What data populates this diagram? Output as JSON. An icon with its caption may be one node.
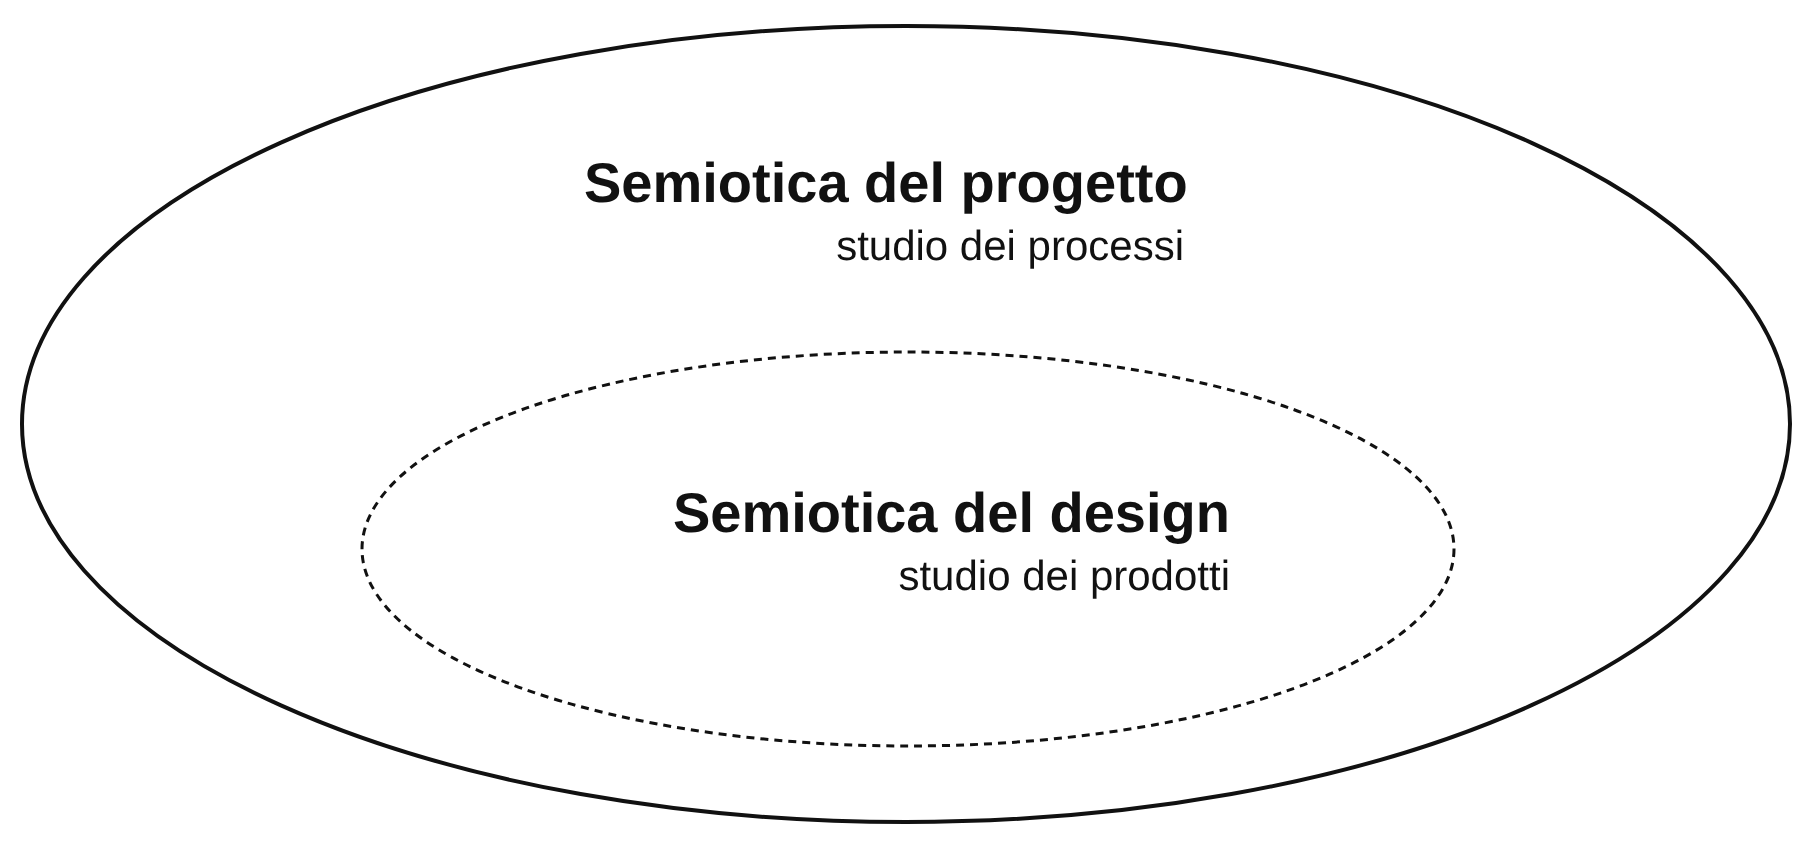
{
  "diagram": {
    "nodes": [
      {
        "text": [
          "Semiotica del progetto",
          "studio dei processi"
        ]
      },
      {
        "text": [
          "Semiotica del design",
          "studio dei prodotti"
        ],
        "in": 0
      }
    ]
  }
}
